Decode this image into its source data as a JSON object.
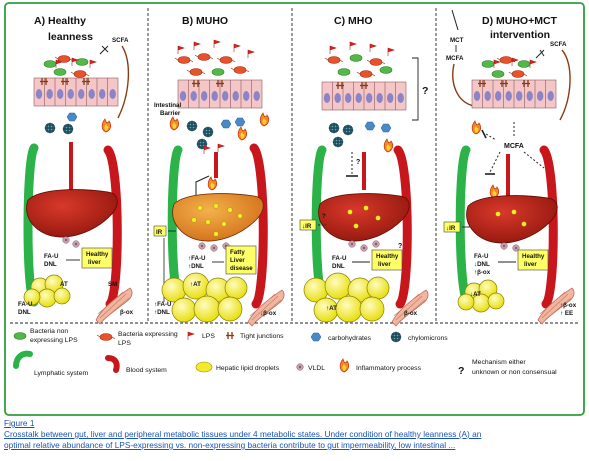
{
  "panels": [
    {
      "title_1": "A) Healthy",
      "title_2": "leanness",
      "scfa": "SCFA",
      "liver_label": "",
      "liver_info_1": "FA-U",
      "liver_info_2": "DNL",
      "liver_status_1": "Healthy",
      "liver_status_2": "liver",
      "at": "AT",
      "sm": "SM",
      "at_info_1": "FA-U",
      "at_info_2": "DNL",
      "muscle_info": "β-ox"
    },
    {
      "title_1": "B) MUHO",
      "barrier_1": "Intestinal",
      "barrier_2": "Barrier",
      "ir": "IR",
      "liver_info_1": "↑FA-U",
      "liver_info_2": "↑DNL",
      "liver_status_1": "Fatty",
      "liver_status_2": "Liver",
      "liver_status_3": "disease",
      "at": "↑AT",
      "at_info_1": "↑FA-U",
      "at_info_2": "↑DNL",
      "muscle_info": "↓β-ox"
    },
    {
      "title_1": "C) MHO",
      "question": "?",
      "ir": "↓IR",
      "liver_info_1": "FA-U",
      "liver_info_2": "DNL",
      "liver_status_1": "Healthy",
      "liver_status_2": "liver",
      "at": "↑AT",
      "muscle_info": "β-ox"
    },
    {
      "title_1": "D) MUHO+MCT",
      "title_2": "intervention",
      "mct": "MCT",
      "mcfa_top": "MCFA",
      "scfa": "SCFA",
      "mcfa_mid": "MCFA",
      "ir": "↓IR",
      "liver_info_1": "FA-U",
      "liver_info_2": "↓DNL",
      "liver_info_3": "↑β-ox",
      "liver_status_1": "Healthy",
      "liver_status_2": "liver",
      "at": "↓AT",
      "muscle_info_1": "↑β-ox",
      "muscle_info_2": "↑ EE"
    }
  ],
  "legend": {
    "bacteria_non": [
      "Bacteria non",
      "expressing LPS"
    ],
    "bacteria_lps": [
      "Bacteria expressing",
      "LPS"
    ],
    "lps": "LPS",
    "tight": "Tight junctions",
    "carbs": "carbohydrates",
    "chylo": "chylomicrons",
    "lymph": "Lymphatic system",
    "blood": "Blood system",
    "lipid": "Hepatic lipid droplets",
    "vldl": "VLDL",
    "inflam": "Inflammatory process",
    "question_mark": "?",
    "mech": [
      "Mechanism either",
      "unknown or non consensual"
    ]
  },
  "caption": {
    "figure_label": "Figure 1",
    "line1": "Crosstalk between gut, liver and peripheral metabolic tissues under 4 metabolic states. Under condition of healthy leanness (A) an",
    "line2": "optimal relative abundance of LPS-expressing vs. non-expressing bacteria contribute to gut impermeability, low intestinal ..."
  },
  "colors": {
    "lymph": "#2bb34a",
    "blood": "#c8161d",
    "liver": "#b11e12",
    "fat": "#f3ea00",
    "cell": "#f4c6c8",
    "nucleus": "#8c84c6",
    "chylo": "#1d4e5e",
    "carb": "#4a89c7",
    "frame": "#2f9e3d"
  }
}
